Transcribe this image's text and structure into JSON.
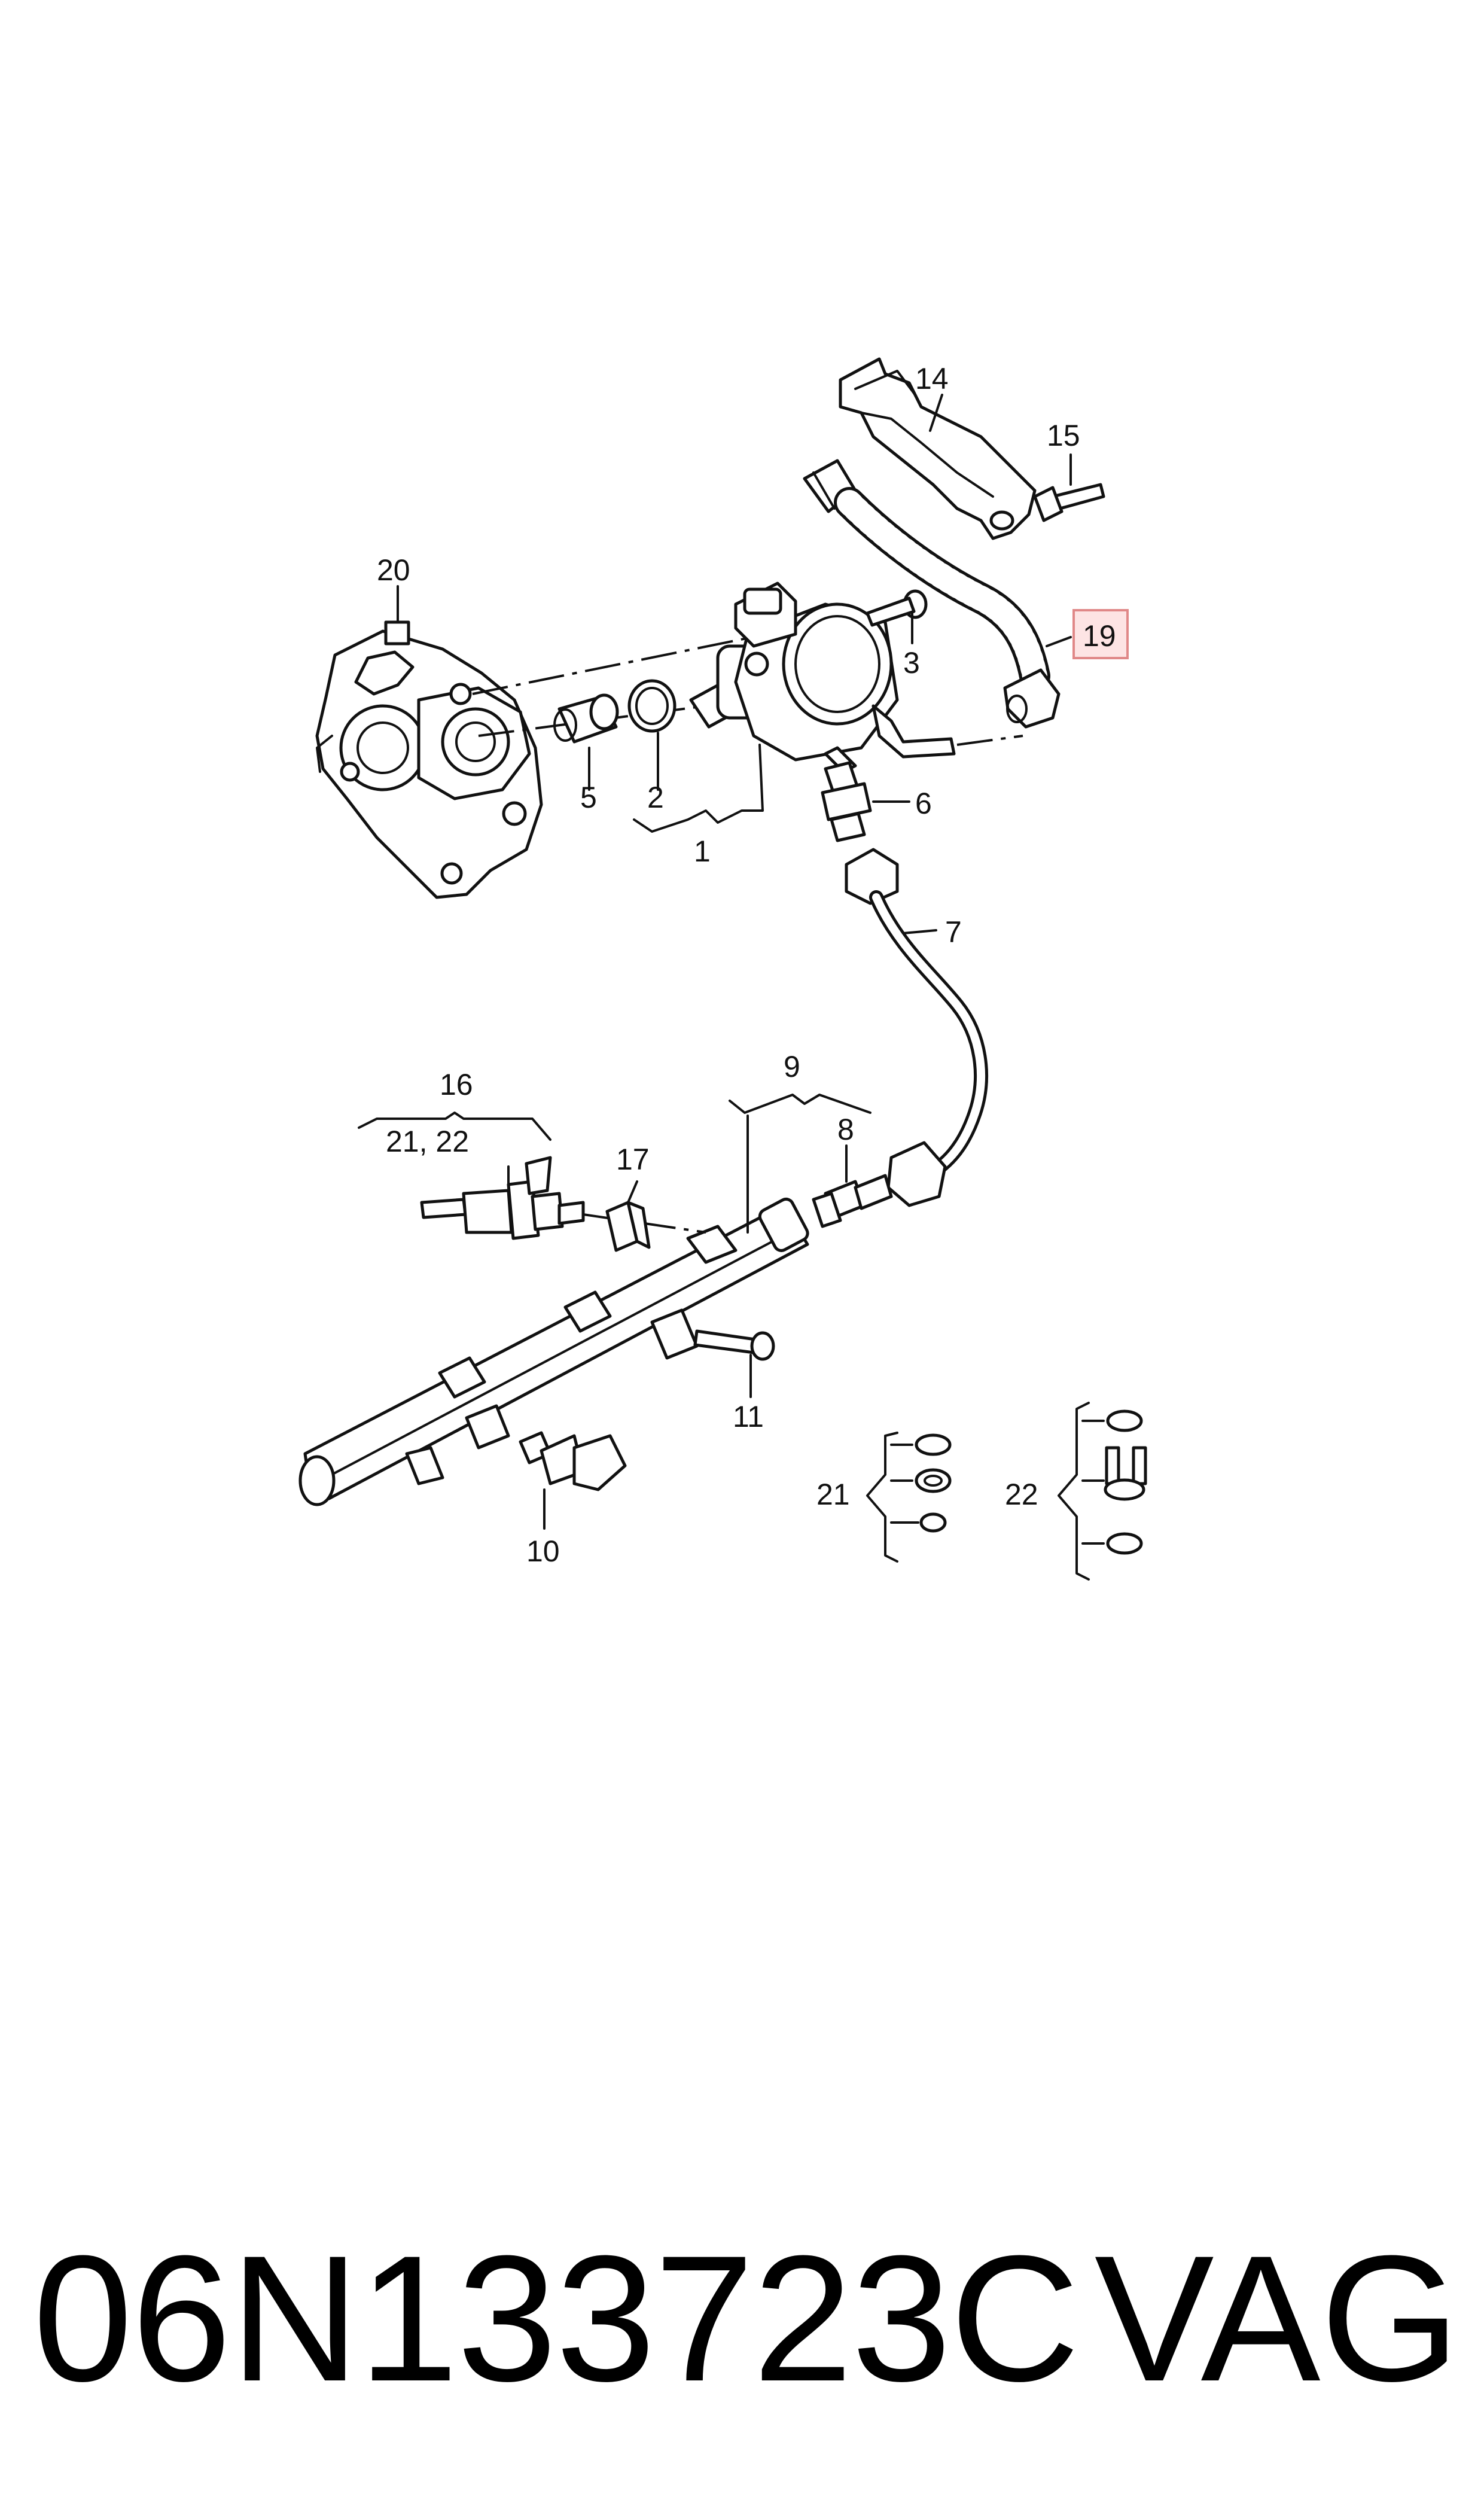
{
  "callouts": {
    "c1": "1",
    "c2": "2",
    "c3": "3",
    "c5": "5",
    "c6": "6",
    "c7": "7",
    "c8": "8",
    "c9": "9",
    "c10": "10",
    "c11": "11",
    "c14": "14",
    "c15": "15",
    "c16": "16",
    "c16sub": "21, 22",
    "c17": "17",
    "c19": "19",
    "c20": "20",
    "c21": "21",
    "c22": "22"
  },
  "highlight": {
    "callout": "19",
    "color": "#fde4e4",
    "border": "#e08888"
  },
  "footer": {
    "part_number": "06N133723C",
    "brand": "VAG"
  }
}
